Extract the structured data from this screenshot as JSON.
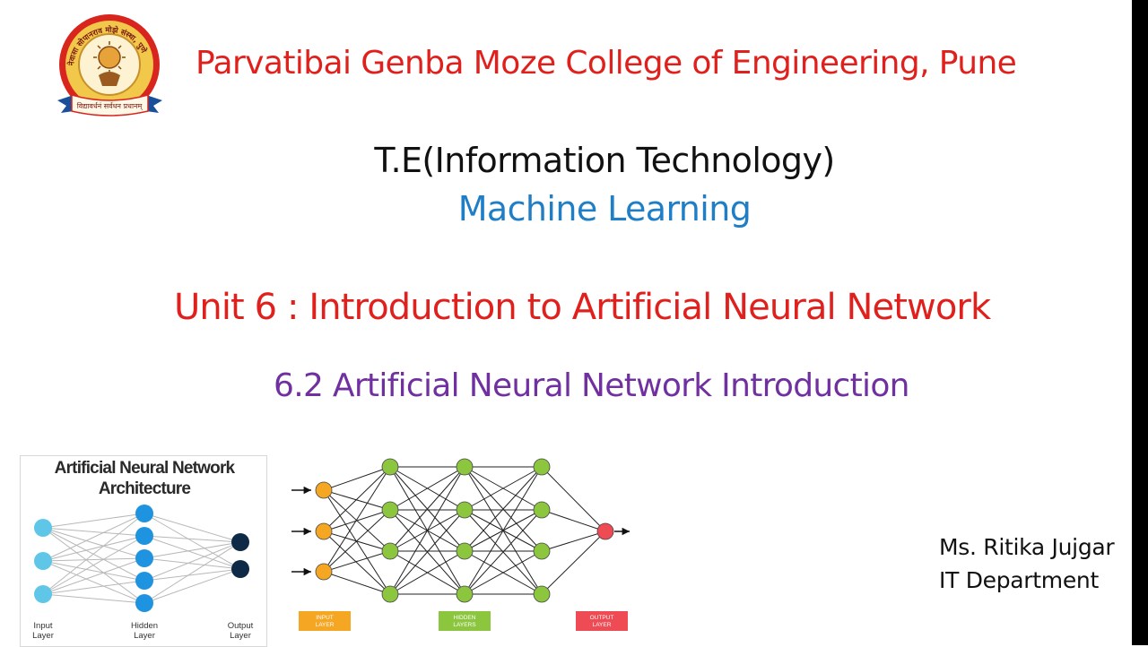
{
  "slide": {
    "college_name": "Parvatibai Genba Moze College of Engineering, Pune",
    "course": "T.E(Information Technology)",
    "subject": "Machine Learning",
    "unit_title": "Unit 6 : Introduction to Artificial Neural Network",
    "topic_title": "6.2 Artificial Neural Network Introduction",
    "author_name": "Ms. Ritika Jujgar",
    "author_department": "IT Department"
  },
  "logo": {
    "name": "college-emblem",
    "motto": "विद्यावर्धनं सर्वधन प्रधानम्",
    "ring_text": "नेवासा सोपानराव मोझे संस्था, पुणे"
  },
  "diagram_left": {
    "title_line1": "Artificial Neural Network",
    "title_line2": "Architecture",
    "layer_labels": [
      "Input\nLayer",
      "Hidden\nLayer",
      "Output\nLayer"
    ],
    "colors": {
      "input": "#5fc6e8",
      "hidden": "#1e94e0",
      "output": "#0f2a47",
      "edges": "#b8b8b8"
    }
  },
  "diagram_right": {
    "legend": [
      "INPUT\nLAYER",
      "HIDDEN\nLAYERS",
      "OUTPUT\nLAYER"
    ],
    "colors": {
      "input": "#f5a623",
      "hidden": "#8cc63f",
      "output": "#ef4b55",
      "edges": "#222222"
    }
  }
}
